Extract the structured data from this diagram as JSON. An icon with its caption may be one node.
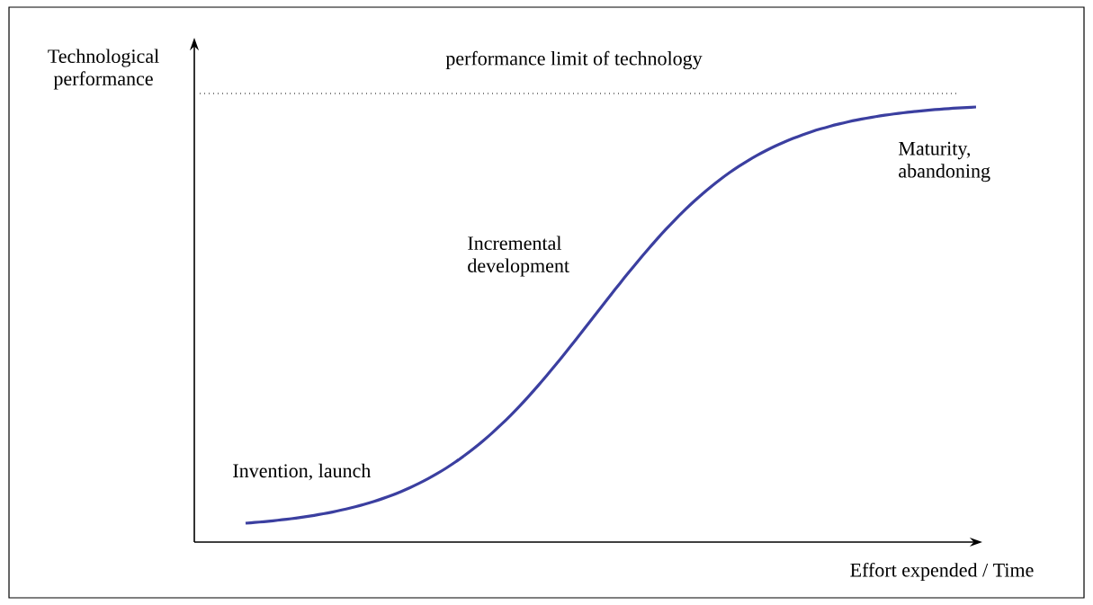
{
  "diagram": {
    "labels": [
      "Technological performance",
      "performance limit of technology",
      "Maturity, abandoning",
      "Incremental development",
      "Invention, launch",
      "Effort expended / Time"
    ]
  }
}
